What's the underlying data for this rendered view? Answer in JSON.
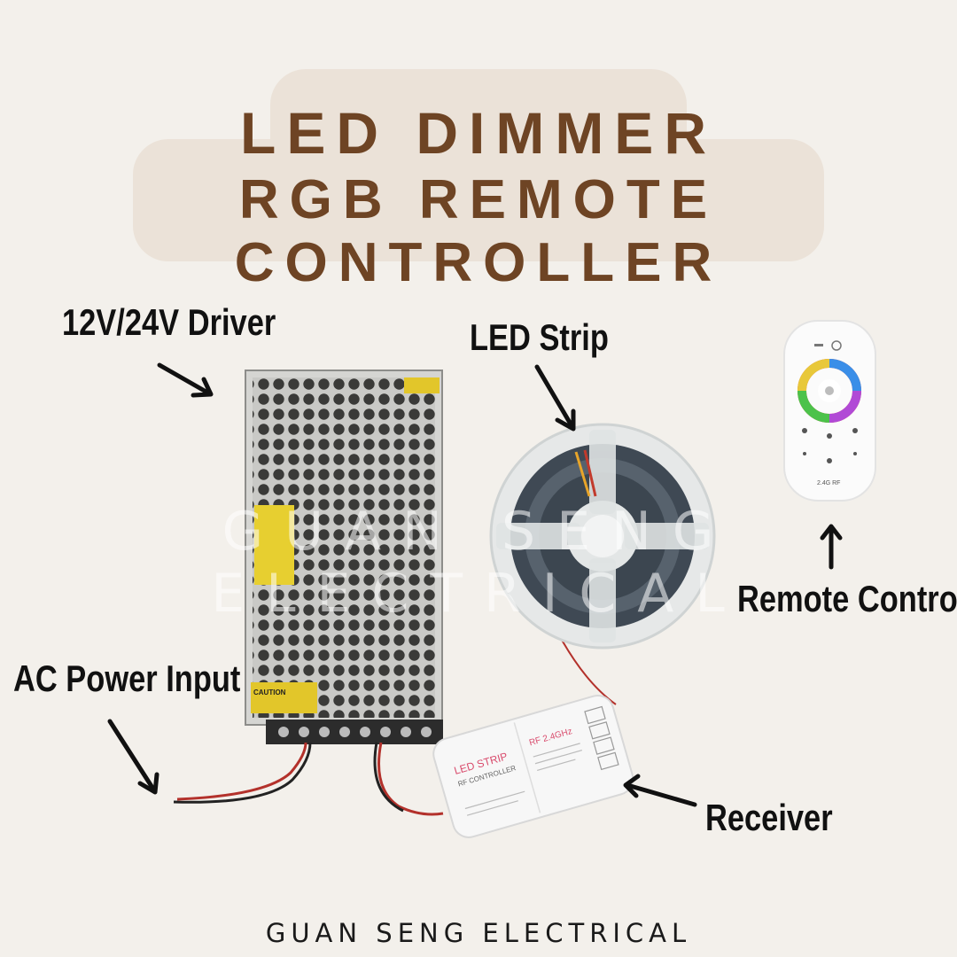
{
  "title": {
    "line1": "LED DIMMER",
    "line2": "RGB REMOTE CONTROLLER"
  },
  "labels": {
    "driver": "12V/24V Driver",
    "strip": "LED Strip",
    "remote": "Remote Control",
    "ac_input": "AC Power Input",
    "receiver": "Receiver"
  },
  "device_text": {
    "receiver_brand": "LED STRIP",
    "receiver_sub": "RF CONTROLLER",
    "receiver_freq": "RF 2.4GHz",
    "remote_freq": "2.4G RF",
    "caution": "CAUTION"
  },
  "watermark": "GUAN SENG ELECTRICAL",
  "footer": "GUAN SENG ELECTRICAL",
  "colors": {
    "background": "#f3f0eb",
    "title_box": "#ebe2d8",
    "title_text": "#6e4424",
    "label_text": "#111111"
  },
  "icons": [
    "power-supply-image",
    "led-strip-reel-image",
    "remote-control-image",
    "receiver-image",
    "arrow-icon"
  ]
}
